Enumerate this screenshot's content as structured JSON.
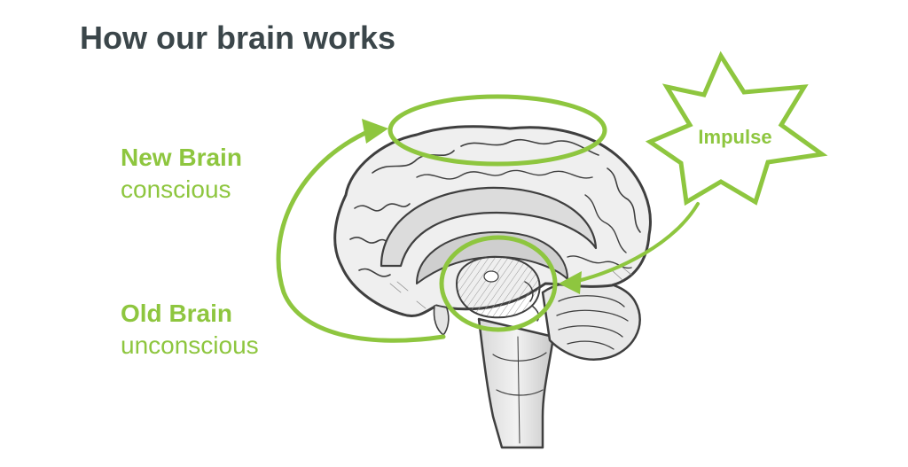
{
  "title": "How our brain works",
  "new_brain": {
    "label": "New Brain",
    "sublabel": "conscious"
  },
  "old_brain": {
    "label": "Old Brain",
    "sublabel": "unconscious"
  },
  "impulse": {
    "label": "Impulse"
  },
  "colors": {
    "accent": "#8ec63f",
    "title": "#3b464a",
    "sketch": "#4a4a4a"
  },
  "icons": [
    "brain-sketch-illustration",
    "star-burst-shape",
    "arrow-head"
  ]
}
